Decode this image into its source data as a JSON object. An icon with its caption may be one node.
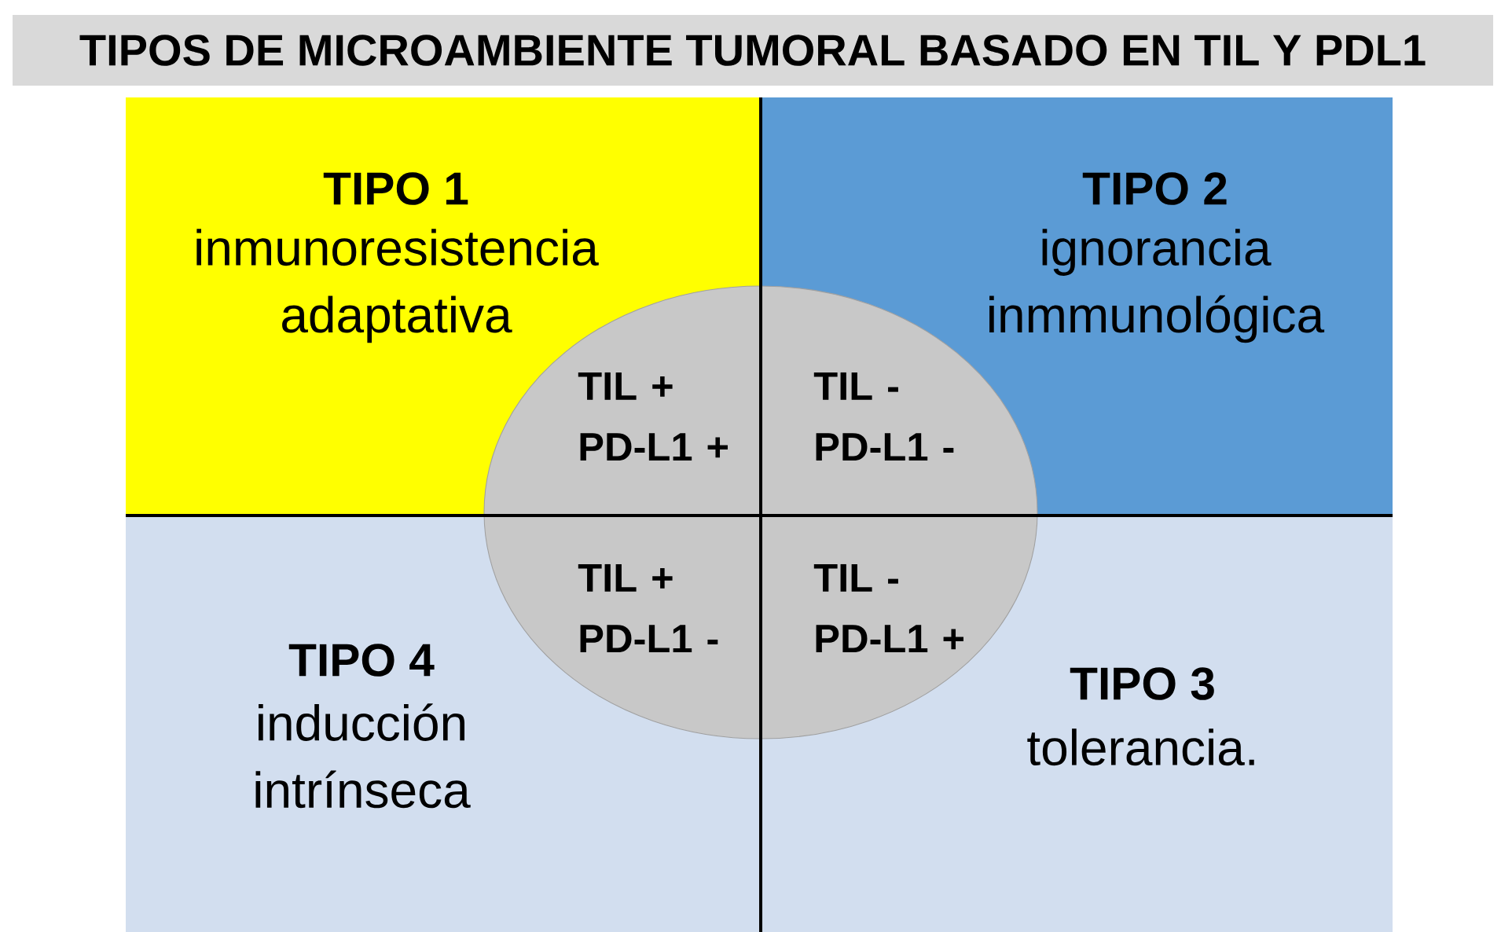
{
  "diagram": {
    "title": "TIPOS DE MICROAMBIENTE TUMORAL  BASADO EN TIL Y PDL1",
    "nodes": [
      {
        "text": [
          "TIPO 1",
          "inmunoresistencia adaptativa"
        ]
      },
      {
        "text": [
          "TIPO 2",
          "ignorancia inmmunológica"
        ]
      },
      {
        "text": [
          "TIPO 4",
          "inducción intrínseca"
        ]
      },
      {
        "text": [
          "TIPO 3",
          "tolerancia."
        ]
      },
      {
        "text": [
          "TIL + PD-L1 +",
          "TIL - PD-L1 -",
          "TIL + PD-L1 -",
          "TIL - PD-L1 +"
        ]
      }
    ]
  }
}
